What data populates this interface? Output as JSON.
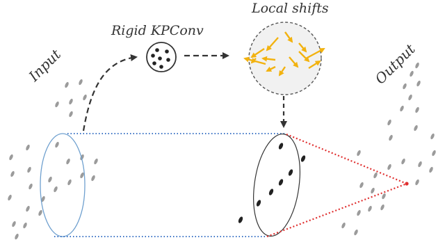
{
  "labels": {
    "input": "Input",
    "output": "Output",
    "rigid_kpconv": "Rigid KPConv",
    "local_shifts": "Local shifts"
  },
  "colors": {
    "points_gray": "#9b9b9b",
    "points_dark": "#222222",
    "input_ellipse": "#6fa0cf",
    "blue_dotted": "#3a72c4",
    "red_dotted": "#e03030",
    "shift_arrows": "#f2b20f",
    "arrow_dark": "#333333",
    "circle_fill": "#f1f1f1",
    "circle_border": "#555555"
  },
  "icons": {
    "kernel": "kernel-points-icon",
    "shifts": "local-shift-arrows-icon"
  }
}
